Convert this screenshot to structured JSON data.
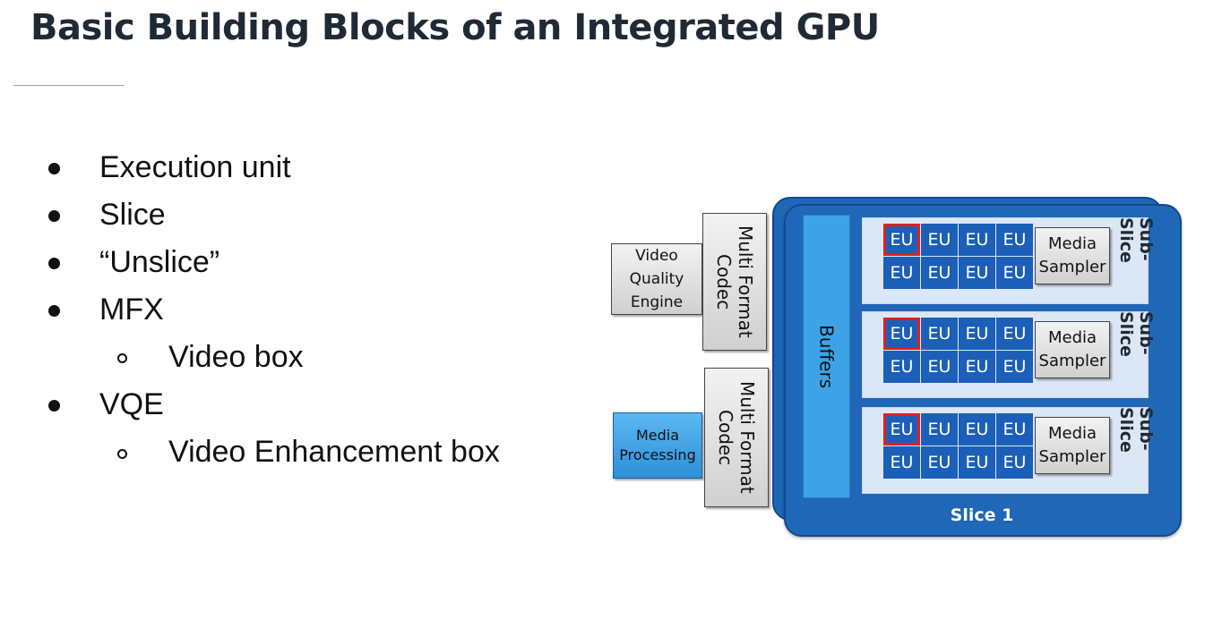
{
  "title": "Basic Building Blocks of an Integrated GPU",
  "bullets": [
    {
      "text": "Execution unit",
      "level": 1
    },
    {
      "text": "Slice",
      "level": 1
    },
    {
      "text": "“Unslice”",
      "level": 1
    },
    {
      "text": "MFX",
      "level": 1
    },
    {
      "text": "Video box",
      "level": 2
    },
    {
      "text": "VQE",
      "level": 1
    },
    {
      "text": "Video Enhancement box",
      "level": 2
    }
  ],
  "diagram": {
    "vqe_label": "Video Quality Engine",
    "media_processing_label": "Media Processing",
    "mfx_top_label": "Multi Format Codec",
    "mfx_bottom_label": "Multi Format Codec",
    "buffers_label": "Buffers",
    "eu_label": "EU",
    "sampler_label": "Media Sampler",
    "subslice_label": "Sub-Slice",
    "slice_label": "Slice 1",
    "colors": {
      "slice_blue": "#2067b7",
      "eu_blue": "#1c5fb8",
      "buffers_blue": "#3ea3e6",
      "media_processing_blue": "#3aa0e8",
      "highlight_red": "#e02020"
    }
  }
}
